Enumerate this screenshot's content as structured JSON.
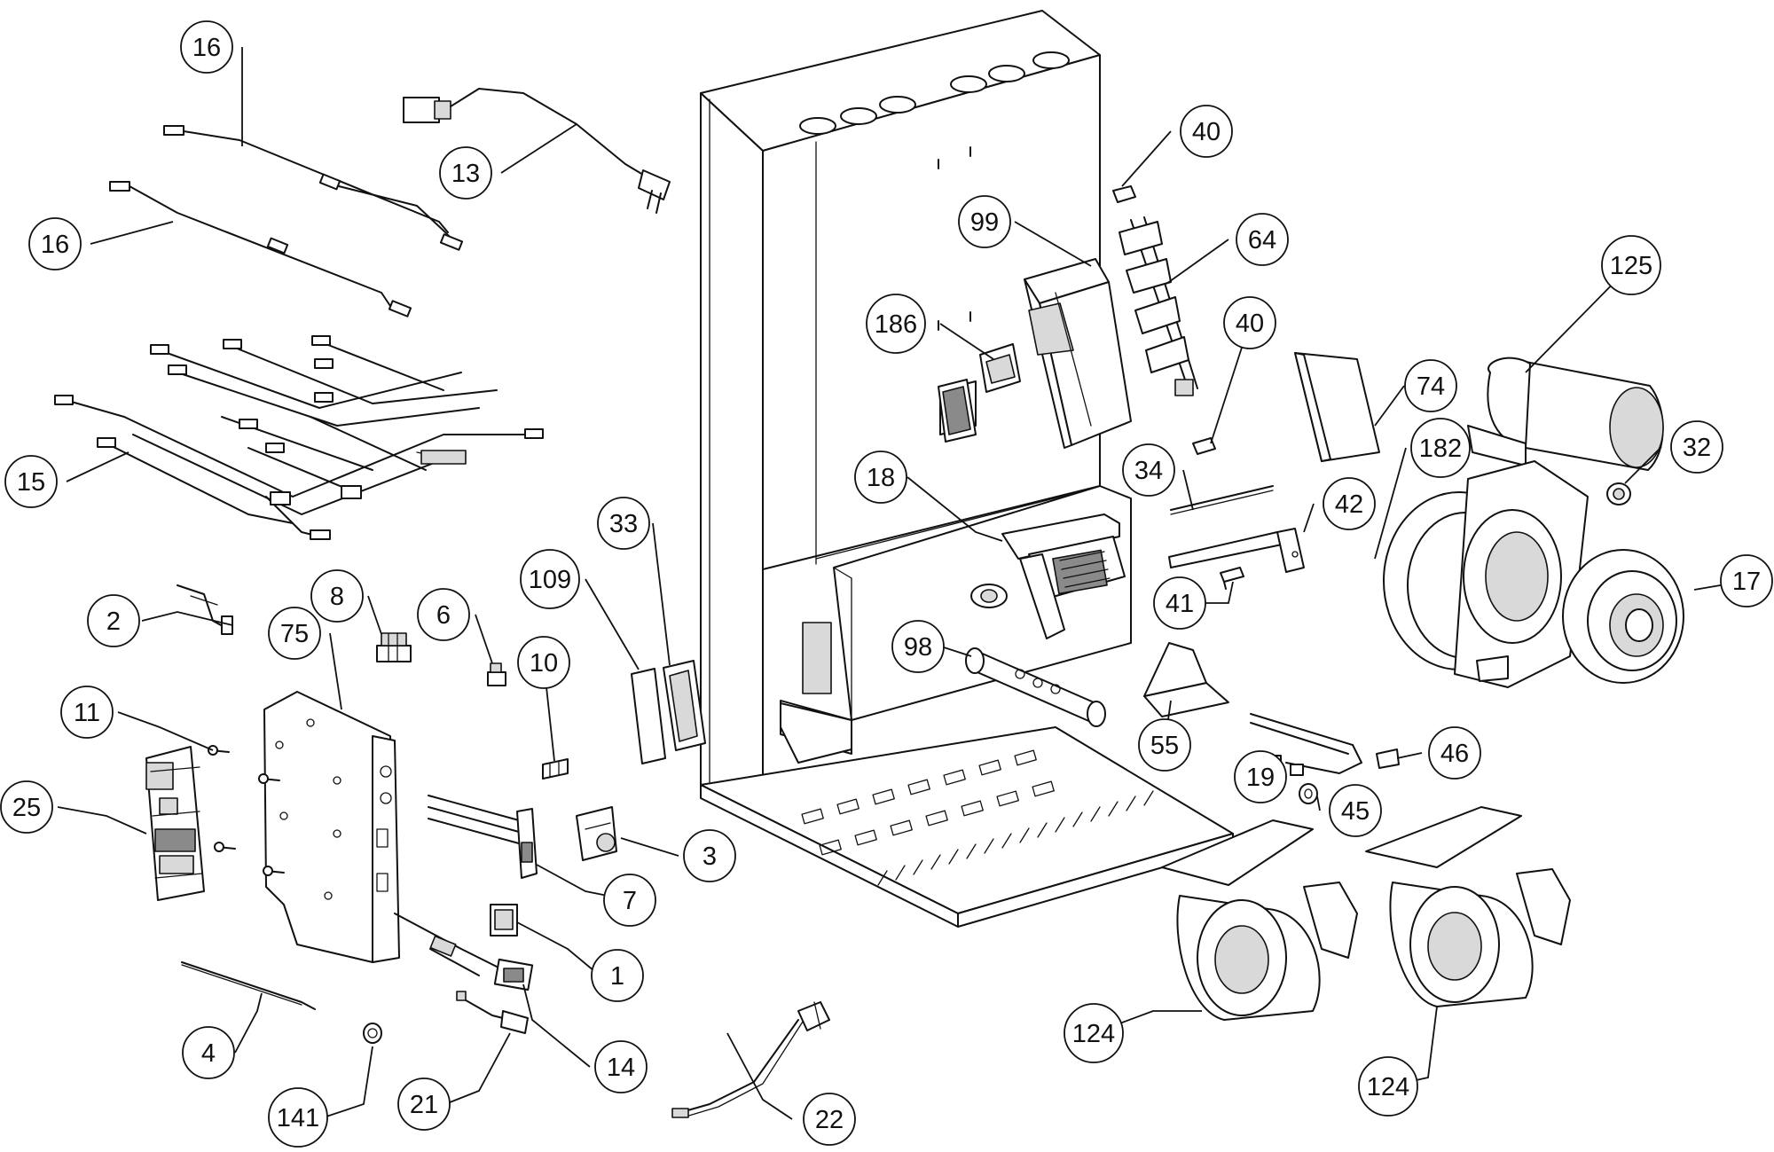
{
  "callouts": [
    {
      "id": "c16a",
      "label": "16"
    },
    {
      "id": "c16b",
      "label": "16"
    },
    {
      "id": "c13",
      "label": "13"
    },
    {
      "id": "c15",
      "label": "15"
    },
    {
      "id": "c40a",
      "label": "40"
    },
    {
      "id": "c99",
      "label": "99"
    },
    {
      "id": "c64",
      "label": "64"
    },
    {
      "id": "c186",
      "label": "186"
    },
    {
      "id": "c40b",
      "label": "40"
    },
    {
      "id": "c125",
      "label": "125"
    },
    {
      "id": "c74",
      "label": "74"
    },
    {
      "id": "c34",
      "label": "34"
    },
    {
      "id": "c182",
      "label": "182"
    },
    {
      "id": "c32",
      "label": "32"
    },
    {
      "id": "c18",
      "label": "18"
    },
    {
      "id": "c42",
      "label": "42"
    },
    {
      "id": "c33",
      "label": "33"
    },
    {
      "id": "c109",
      "label": "109"
    },
    {
      "id": "c41",
      "label": "41"
    },
    {
      "id": "c17",
      "label": "17"
    },
    {
      "id": "c8",
      "label": "8"
    },
    {
      "id": "c6",
      "label": "6"
    },
    {
      "id": "c2",
      "label": "2"
    },
    {
      "id": "c75",
      "label": "75"
    },
    {
      "id": "c10",
      "label": "10"
    },
    {
      "id": "c98",
      "label": "98"
    },
    {
      "id": "c11",
      "label": "11"
    },
    {
      "id": "c55",
      "label": "55"
    },
    {
      "id": "c46",
      "label": "46"
    },
    {
      "id": "c19",
      "label": "19"
    },
    {
      "id": "c25",
      "label": "25"
    },
    {
      "id": "c45",
      "label": "45"
    },
    {
      "id": "c3",
      "label": "3"
    },
    {
      "id": "c7",
      "label": "7"
    },
    {
      "id": "c1",
      "label": "1"
    },
    {
      "id": "c124a",
      "label": "124"
    },
    {
      "id": "c4",
      "label": "4"
    },
    {
      "id": "c14",
      "label": "14"
    },
    {
      "id": "c124b",
      "label": "124"
    },
    {
      "id": "c141",
      "label": "141"
    },
    {
      "id": "c21",
      "label": "21"
    },
    {
      "id": "c22",
      "label": "22"
    }
  ]
}
